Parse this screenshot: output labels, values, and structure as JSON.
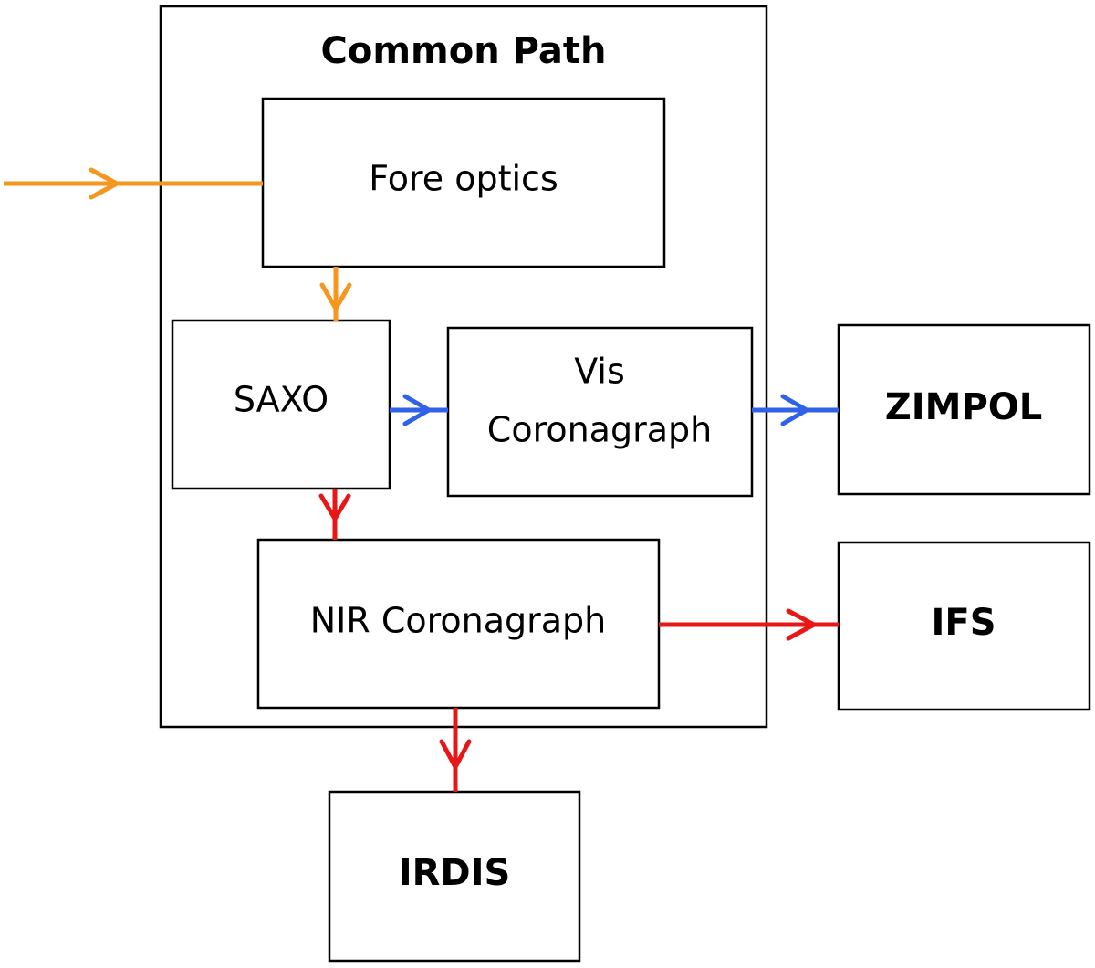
{
  "colors": {
    "orange": "#f5961e",
    "blue": "#2f62e8",
    "red": "#e81717",
    "border": "#000000",
    "background": "#ffffff"
  },
  "groups": {
    "common_path": {
      "title": "Common Path"
    }
  },
  "nodes": {
    "fore_optics": {
      "lines": [
        "Fore optics"
      ]
    },
    "saxo": {
      "lines": [
        "SAXO"
      ]
    },
    "vis_coronagraph": {
      "lines": [
        "Vis",
        "Coronagraph"
      ]
    },
    "nir_coronagraph": {
      "lines": [
        "NIR Coronagraph"
      ]
    },
    "zimpol": {
      "lines": [
        "ZIMPOL"
      ]
    },
    "ifs": {
      "lines": [
        "IFS"
      ]
    },
    "irdis": {
      "lines": [
        "IRDIS"
      ]
    }
  },
  "edges": [
    {
      "from": "input",
      "to": "fore_optics",
      "color": "orange"
    },
    {
      "from": "fore_optics",
      "to": "saxo",
      "color": "orange"
    },
    {
      "from": "saxo",
      "to": "vis_coronagraph",
      "color": "blue"
    },
    {
      "from": "vis_coronagraph",
      "to": "zimpol",
      "color": "blue"
    },
    {
      "from": "saxo",
      "to": "nir_coronagraph",
      "color": "red"
    },
    {
      "from": "nir_coronagraph",
      "to": "ifs",
      "color": "red"
    },
    {
      "from": "nir_coronagraph",
      "to": "irdis",
      "color": "red"
    }
  ]
}
